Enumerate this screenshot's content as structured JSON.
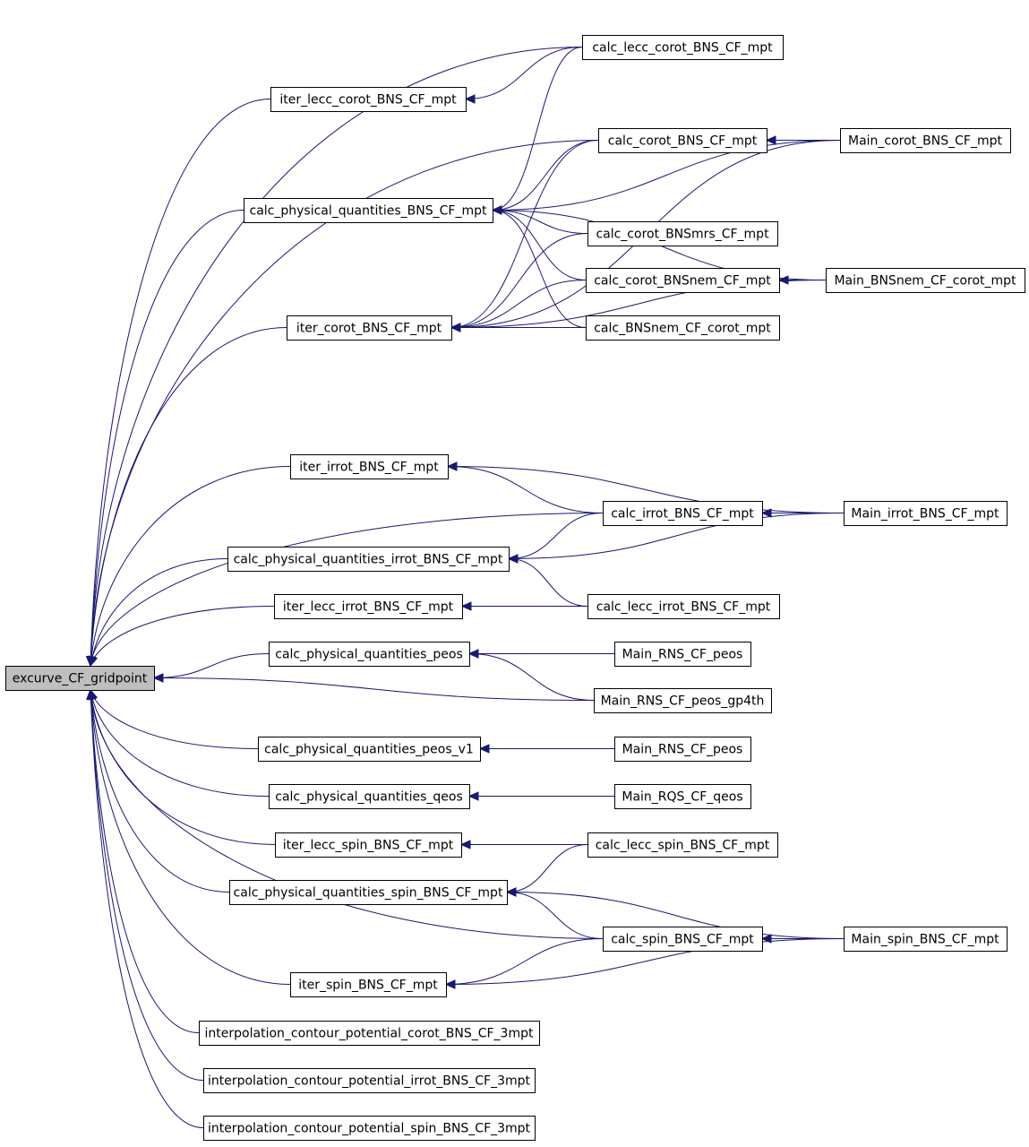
{
  "root_label": "excurve_CF_gridpoint",
  "edge_color": "#191970",
  "root_fill": "#bfbfbf",
  "nodes": [
    {
      "id": "excurve_CF_gridpoint",
      "label": "excurve_CF_gridpoint",
      "root": true
    },
    {
      "id": "calc_lecc_corot_BNS_CF_mpt",
      "label": "calc_lecc_corot_BNS_CF_mpt"
    },
    {
      "id": "iter_lecc_corot_BNS_CF_mpt",
      "label": "iter_lecc_corot_BNS_CF_mpt"
    },
    {
      "id": "calc_corot_BNS_CF_mpt",
      "label": "calc_corot_BNS_CF_mpt"
    },
    {
      "id": "Main_corot_BNS_CF_mpt",
      "label": "Main_corot_BNS_CF_mpt"
    },
    {
      "id": "calc_physical_quantities_BNS_CF_mpt",
      "label": "calc_physical_quantities_BNS_CF_mpt"
    },
    {
      "id": "calc_corot_BNSmrs_CF_mpt",
      "label": "calc_corot_BNSmrs_CF_mpt"
    },
    {
      "id": "calc_corot_BNSnem_CF_mpt",
      "label": "calc_corot_BNSnem_CF_mpt"
    },
    {
      "id": "Main_BNSnem_CF_corot_mpt",
      "label": "Main_BNSnem_CF_corot_mpt"
    },
    {
      "id": "iter_corot_BNS_CF_mpt",
      "label": "iter_corot_BNS_CF_mpt"
    },
    {
      "id": "calc_BNSnem_CF_corot_mpt",
      "label": "calc_BNSnem_CF_corot_mpt"
    },
    {
      "id": "iter_irrot_BNS_CF_mpt",
      "label": "iter_irrot_BNS_CF_mpt"
    },
    {
      "id": "calc_irrot_BNS_CF_mpt",
      "label": "calc_irrot_BNS_CF_mpt"
    },
    {
      "id": "Main_irrot_BNS_CF_mpt",
      "label": "Main_irrot_BNS_CF_mpt"
    },
    {
      "id": "calc_physical_quantities_irrot_BNS_CF_mpt",
      "label": "calc_physical_quantities_irrot_BNS_CF_mpt"
    },
    {
      "id": "iter_lecc_irrot_BNS_CF_mpt",
      "label": "iter_lecc_irrot_BNS_CF_mpt"
    },
    {
      "id": "calc_lecc_irrot_BNS_CF_mpt",
      "label": "calc_lecc_irrot_BNS_CF_mpt"
    },
    {
      "id": "calc_physical_quantities_peos",
      "label": "calc_physical_quantities_peos"
    },
    {
      "id": "Main_RNS_CF_peos_a",
      "label": "Main_RNS_CF_peos"
    },
    {
      "id": "Main_RNS_CF_peos_gp4th",
      "label": "Main_RNS_CF_peos_gp4th"
    },
    {
      "id": "calc_physical_quantities_peos_v1",
      "label": "calc_physical_quantities_peos_v1"
    },
    {
      "id": "Main_RNS_CF_peos_b",
      "label": "Main_RNS_CF_peos"
    },
    {
      "id": "calc_physical_quantities_qeos",
      "label": "calc_physical_quantities_qeos"
    },
    {
      "id": "Main_RQS_CF_qeos",
      "label": "Main_RQS_CF_qeos"
    },
    {
      "id": "iter_lecc_spin_BNS_CF_mpt",
      "label": "iter_lecc_spin_BNS_CF_mpt"
    },
    {
      "id": "calc_lecc_spin_BNS_CF_mpt",
      "label": "calc_lecc_spin_BNS_CF_mpt"
    },
    {
      "id": "calc_physical_quantities_spin_BNS_CF_mpt",
      "label": "calc_physical_quantities_spin_BNS_CF_mpt"
    },
    {
      "id": "calc_spin_BNS_CF_mpt",
      "label": "calc_spin_BNS_CF_mpt"
    },
    {
      "id": "Main_spin_BNS_CF_mpt",
      "label": "Main_spin_BNS_CF_mpt"
    },
    {
      "id": "iter_spin_BNS_CF_mpt",
      "label": "iter_spin_BNS_CF_mpt"
    },
    {
      "id": "interpolation_contour_potential_corot_BNS_CF_3mpt",
      "label": "interpolation_contour_potential_corot_BNS_CF_3mpt"
    },
    {
      "id": "interpolation_contour_potential_irrot_BNS_CF_3mpt",
      "label": "interpolation_contour_potential_irrot_BNS_CF_3mpt"
    },
    {
      "id": "interpolation_contour_potential_spin_BNS_CF_3mpt",
      "label": "interpolation_contour_potential_spin_BNS_CF_3mpt"
    }
  ],
  "edges": [
    {
      "from": "calc_lecc_corot_BNS_CF_mpt",
      "to": "excurve_CF_gridpoint"
    },
    {
      "from": "iter_lecc_corot_BNS_CF_mpt",
      "to": "excurve_CF_gridpoint"
    },
    {
      "from": "calc_corot_BNS_CF_mpt",
      "to": "excurve_CF_gridpoint"
    },
    {
      "from": "calc_physical_quantities_BNS_CF_mpt",
      "to": "excurve_CF_gridpoint"
    },
    {
      "from": "iter_corot_BNS_CF_mpt",
      "to": "excurve_CF_gridpoint"
    },
    {
      "from": "iter_irrot_BNS_CF_mpt",
      "to": "excurve_CF_gridpoint"
    },
    {
      "from": "calc_irrot_BNS_CF_mpt",
      "to": "excurve_CF_gridpoint"
    },
    {
      "from": "calc_physical_quantities_irrot_BNS_CF_mpt",
      "to": "excurve_CF_gridpoint"
    },
    {
      "from": "iter_lecc_irrot_BNS_CF_mpt",
      "to": "excurve_CF_gridpoint"
    },
    {
      "from": "calc_physical_quantities_peos",
      "to": "excurve_CF_gridpoint"
    },
    {
      "from": "Main_RNS_CF_peos_gp4th",
      "to": "excurve_CF_gridpoint"
    },
    {
      "from": "calc_physical_quantities_peos_v1",
      "to": "excurve_CF_gridpoint"
    },
    {
      "from": "calc_physical_quantities_qeos",
      "to": "excurve_CF_gridpoint"
    },
    {
      "from": "iter_lecc_spin_BNS_CF_mpt",
      "to": "excurve_CF_gridpoint"
    },
    {
      "from": "calc_physical_quantities_spin_BNS_CF_mpt",
      "to": "excurve_CF_gridpoint"
    },
    {
      "from": "calc_spin_BNS_CF_mpt",
      "to": "excurve_CF_gridpoint"
    },
    {
      "from": "iter_spin_BNS_CF_mpt",
      "to": "excurve_CF_gridpoint"
    },
    {
      "from": "interpolation_contour_potential_corot_BNS_CF_3mpt",
      "to": "excurve_CF_gridpoint"
    },
    {
      "from": "interpolation_contour_potential_irrot_BNS_CF_3mpt",
      "to": "excurve_CF_gridpoint"
    },
    {
      "from": "interpolation_contour_potential_spin_BNS_CF_3mpt",
      "to": "excurve_CF_gridpoint"
    },
    {
      "from": "calc_lecc_corot_BNS_CF_mpt",
      "to": "iter_lecc_corot_BNS_CF_mpt"
    },
    {
      "from": "calc_lecc_corot_BNS_CF_mpt",
      "to": "calc_physical_quantities_BNS_CF_mpt"
    },
    {
      "from": "calc_corot_BNS_CF_mpt",
      "to": "calc_physical_quantities_BNS_CF_mpt"
    },
    {
      "from": "calc_corot_BNS_CF_mpt",
      "to": "iter_corot_BNS_CF_mpt"
    },
    {
      "from": "Main_corot_BNS_CF_mpt",
      "to": "calc_corot_BNS_CF_mpt"
    },
    {
      "from": "Main_corot_BNS_CF_mpt",
      "to": "calc_physical_quantities_BNS_CF_mpt"
    },
    {
      "from": "Main_corot_BNS_CF_mpt",
      "to": "iter_corot_BNS_CF_mpt"
    },
    {
      "from": "calc_corot_BNSmrs_CF_mpt",
      "to": "calc_physical_quantities_BNS_CF_mpt"
    },
    {
      "from": "calc_corot_BNSmrs_CF_mpt",
      "to": "iter_corot_BNS_CF_mpt"
    },
    {
      "from": "calc_corot_BNSnem_CF_mpt",
      "to": "calc_physical_quantities_BNS_CF_mpt"
    },
    {
      "from": "calc_corot_BNSnem_CF_mpt",
      "to": "iter_corot_BNS_CF_mpt"
    },
    {
      "from": "Main_BNSnem_CF_corot_mpt",
      "to": "calc_corot_BNSnem_CF_mpt"
    },
    {
      "from": "Main_BNSnem_CF_corot_mpt",
      "to": "calc_physical_quantities_BNS_CF_mpt"
    },
    {
      "from": "Main_BNSnem_CF_corot_mpt",
      "to": "iter_corot_BNS_CF_mpt"
    },
    {
      "from": "calc_BNSnem_CF_corot_mpt",
      "to": "calc_physical_quantities_BNS_CF_mpt"
    },
    {
      "from": "calc_BNSnem_CF_corot_mpt",
      "to": "iter_corot_BNS_CF_mpt"
    },
    {
      "from": "calc_irrot_BNS_CF_mpt",
      "to": "iter_irrot_BNS_CF_mpt"
    },
    {
      "from": "calc_irrot_BNS_CF_mpt",
      "to": "calc_physical_quantities_irrot_BNS_CF_mpt"
    },
    {
      "from": "Main_irrot_BNS_CF_mpt",
      "to": "calc_irrot_BNS_CF_mpt"
    },
    {
      "from": "Main_irrot_BNS_CF_mpt",
      "to": "iter_irrot_BNS_CF_mpt"
    },
    {
      "from": "Main_irrot_BNS_CF_mpt",
      "to": "calc_physical_quantities_irrot_BNS_CF_mpt"
    },
    {
      "from": "calc_lecc_irrot_BNS_CF_mpt",
      "to": "calc_physical_quantities_irrot_BNS_CF_mpt"
    },
    {
      "from": "calc_lecc_irrot_BNS_CF_mpt",
      "to": "iter_lecc_irrot_BNS_CF_mpt"
    },
    {
      "from": "Main_RNS_CF_peos_a",
      "to": "calc_physical_quantities_peos"
    },
    {
      "from": "Main_RNS_CF_peos_gp4th",
      "to": "calc_physical_quantities_peos"
    },
    {
      "from": "Main_RNS_CF_peos_b",
      "to": "calc_physical_quantities_peos_v1"
    },
    {
      "from": "Main_RQS_CF_qeos",
      "to": "calc_physical_quantities_qeos"
    },
    {
      "from": "calc_lecc_spin_BNS_CF_mpt",
      "to": "iter_lecc_spin_BNS_CF_mpt"
    },
    {
      "from": "calc_lecc_spin_BNS_CF_mpt",
      "to": "calc_physical_quantities_spin_BNS_CF_mpt"
    },
    {
      "from": "calc_spin_BNS_CF_mpt",
      "to": "calc_physical_quantities_spin_BNS_CF_mpt"
    },
    {
      "from": "calc_spin_BNS_CF_mpt",
      "to": "iter_spin_BNS_CF_mpt"
    },
    {
      "from": "Main_spin_BNS_CF_mpt",
      "to": "calc_spin_BNS_CF_mpt"
    },
    {
      "from": "Main_spin_BNS_CF_mpt",
      "to": "calc_physical_quantities_spin_BNS_CF_mpt"
    },
    {
      "from": "Main_spin_BNS_CF_mpt",
      "to": "iter_spin_BNS_CF_mpt"
    }
  ]
}
